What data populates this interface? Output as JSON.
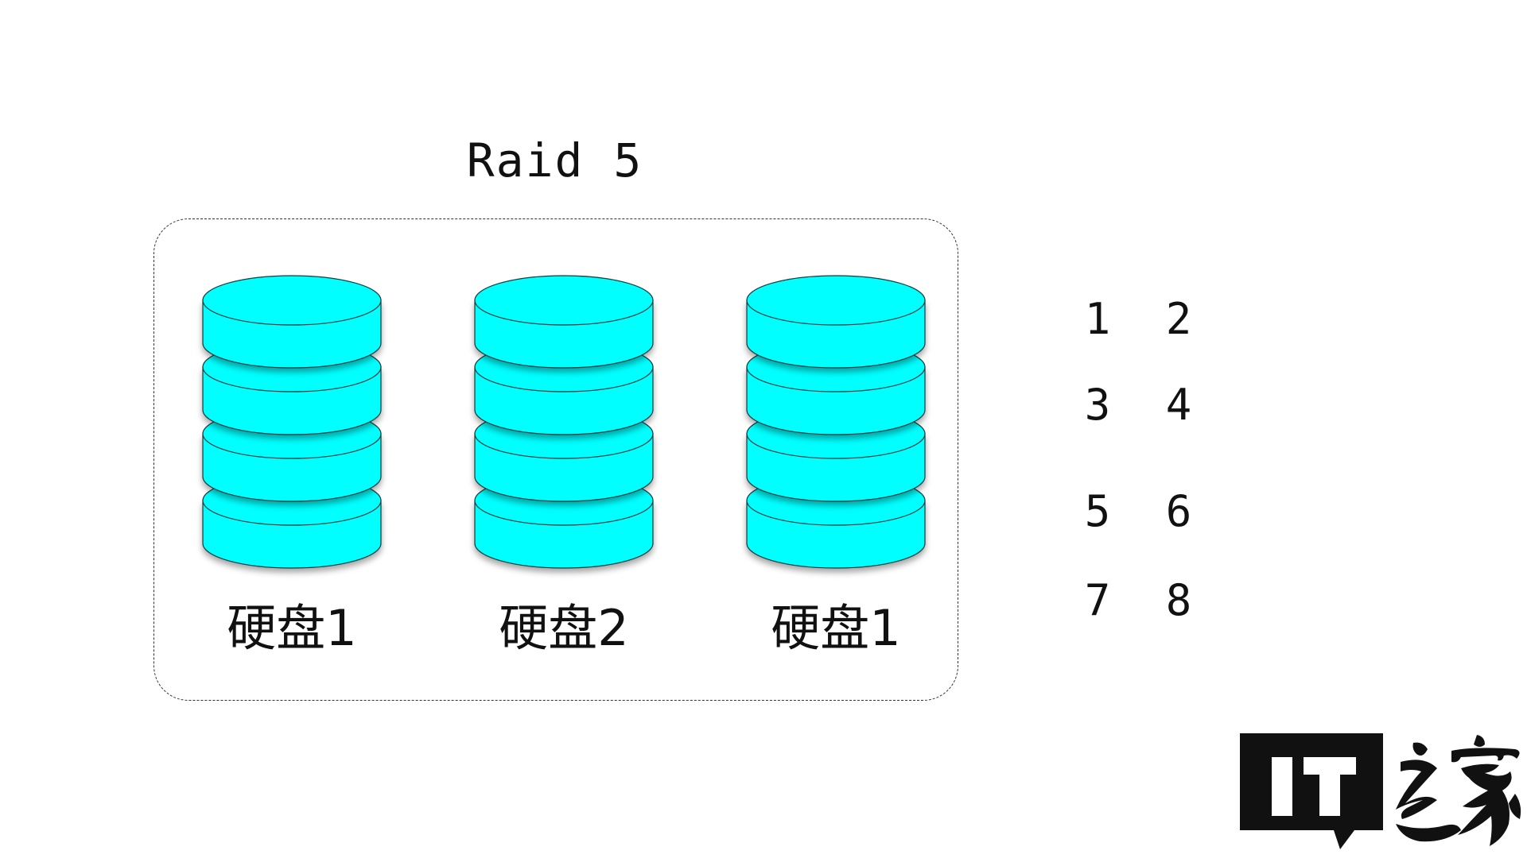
{
  "diagram": {
    "title": "Raid 5",
    "disks": [
      {
        "label": "硬盘1"
      },
      {
        "label": "硬盘2"
      },
      {
        "label": "硬盘1"
      }
    ],
    "platters_per_disk": 4,
    "disk_color": "#00ffff",
    "block_numbers": [
      [
        "1",
        "2"
      ],
      [
        "3",
        "4"
      ],
      [
        "5",
        "6"
      ],
      [
        "7",
        "8"
      ]
    ]
  },
  "logo": {
    "text": "IT之家"
  }
}
